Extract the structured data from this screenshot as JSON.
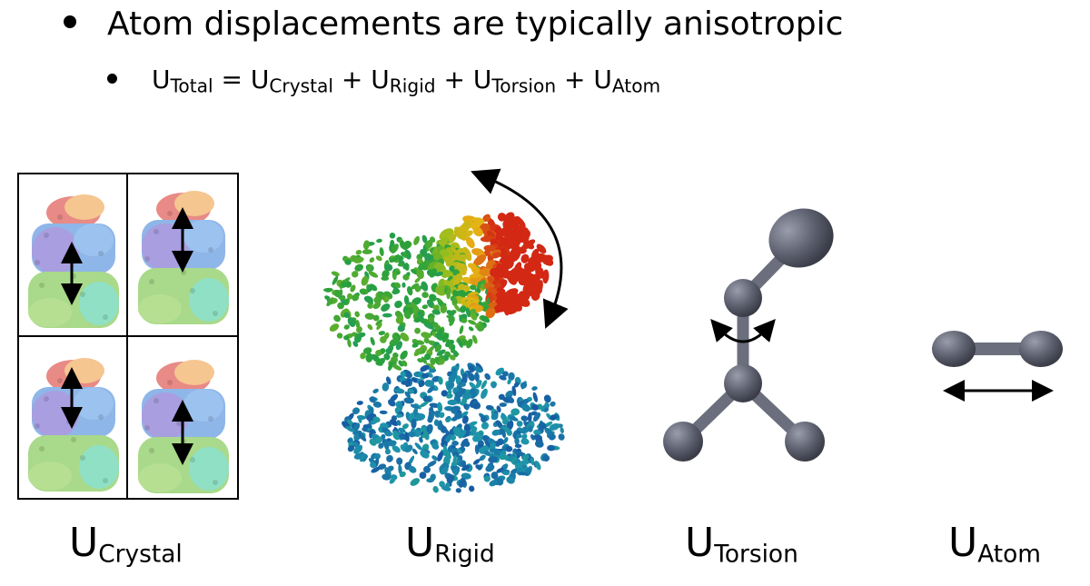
{
  "bullets": {
    "main": "Atom displacements are typically anisotropic",
    "equation": {
      "lhs": "U",
      "lhs_sub": "Total",
      "terms": [
        {
          "op": "=",
          "base": "U",
          "sub": "Crystal"
        },
        {
          "op": "+",
          "base": "U",
          "sub": "Rigid"
        },
        {
          "op": "+",
          "base": "U",
          "sub": "Torsion"
        },
        {
          "op": "+",
          "base": "U",
          "sub": "Atom"
        }
      ]
    }
  },
  "captions": [
    {
      "base": "U",
      "sub": "Crystal"
    },
    {
      "base": "U",
      "sub": "Rigid"
    },
    {
      "base": "U",
      "sub": "Torsion"
    },
    {
      "base": "U",
      "sub": "Atom"
    }
  ],
  "colors": {
    "protein_red": "#e88a86",
    "protein_orange": "#f5c690",
    "protein_blue": "#8fb6e8",
    "protein_purple": "#a99ee0",
    "protein_green": "#a9d98a",
    "protein_teal": "#8fe0c4",
    "molecule_gray": "#5c5f6e",
    "arrow": "#000000"
  }
}
